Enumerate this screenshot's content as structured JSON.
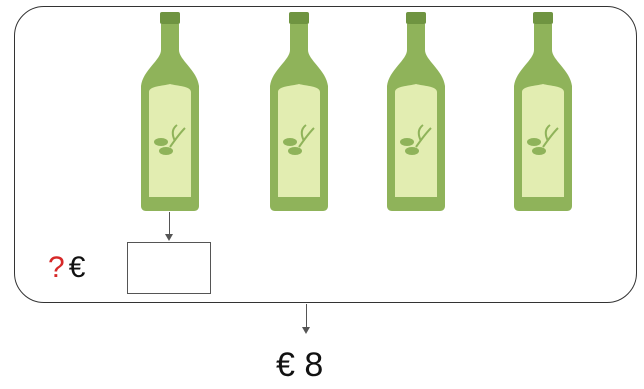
{
  "bottles": [
    {
      "name": "olive-oil-bottle-1"
    },
    {
      "name": "olive-oil-bottle-2"
    },
    {
      "name": "olive-oil-bottle-3"
    },
    {
      "name": "olive-oil-bottle-4"
    }
  ],
  "colors": {
    "bottle_body": "#8fb35a",
    "bottle_cap": "#6f9441",
    "label": "#e2edb1",
    "olive": "#8fb35a",
    "question_mark": "#d62828"
  },
  "unknown_price": {
    "question_mark": "?",
    "currency": "€"
  },
  "total": {
    "text": "€ 8"
  }
}
